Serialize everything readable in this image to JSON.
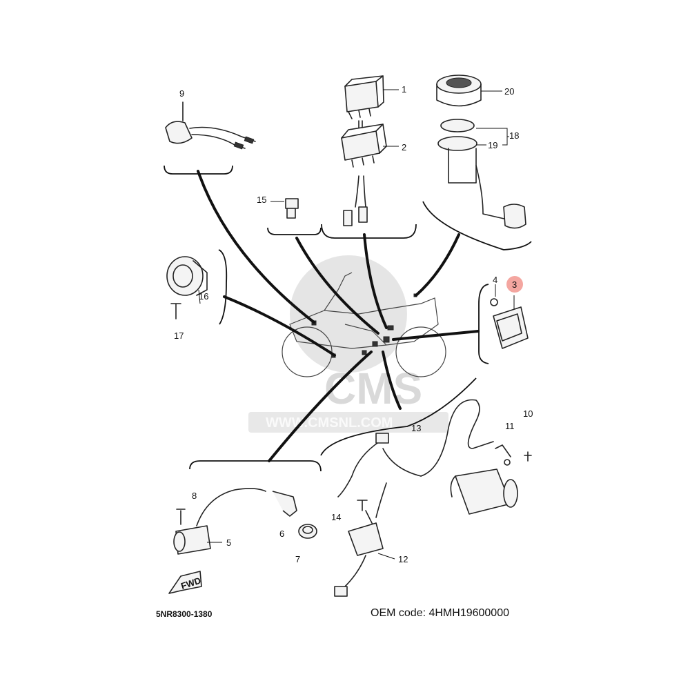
{
  "diagram": {
    "callouts": [
      {
        "id": "1",
        "label": "1"
      },
      {
        "id": "2",
        "label": "2"
      },
      {
        "id": "3",
        "label": "3"
      },
      {
        "id": "4",
        "label": "4"
      },
      {
        "id": "5",
        "label": "5"
      },
      {
        "id": "6",
        "label": "6"
      },
      {
        "id": "7",
        "label": "7"
      },
      {
        "id": "8",
        "label": "8"
      },
      {
        "id": "9",
        "label": "9"
      },
      {
        "id": "10",
        "label": "10"
      },
      {
        "id": "11",
        "label": "11"
      },
      {
        "id": "12",
        "label": "12"
      },
      {
        "id": "13",
        "label": "13"
      },
      {
        "id": "14",
        "label": "14"
      },
      {
        "id": "15",
        "label": "15"
      },
      {
        "id": "16",
        "label": "16"
      },
      {
        "id": "17",
        "label": "17"
      },
      {
        "id": "18",
        "label": "18"
      },
      {
        "id": "19",
        "label": "19"
      },
      {
        "id": "20",
        "label": "20"
      }
    ],
    "highlighted_part": "3",
    "highlight_color": "#f4a6a0",
    "fwd_label": "FWD",
    "watermark": {
      "brand": "CMS",
      "url": "WWW.CMSNL.COM"
    }
  },
  "footer": {
    "diagram_code": "5NR8300-1380",
    "oem_code": "OEM code: 4HMH19600000"
  }
}
